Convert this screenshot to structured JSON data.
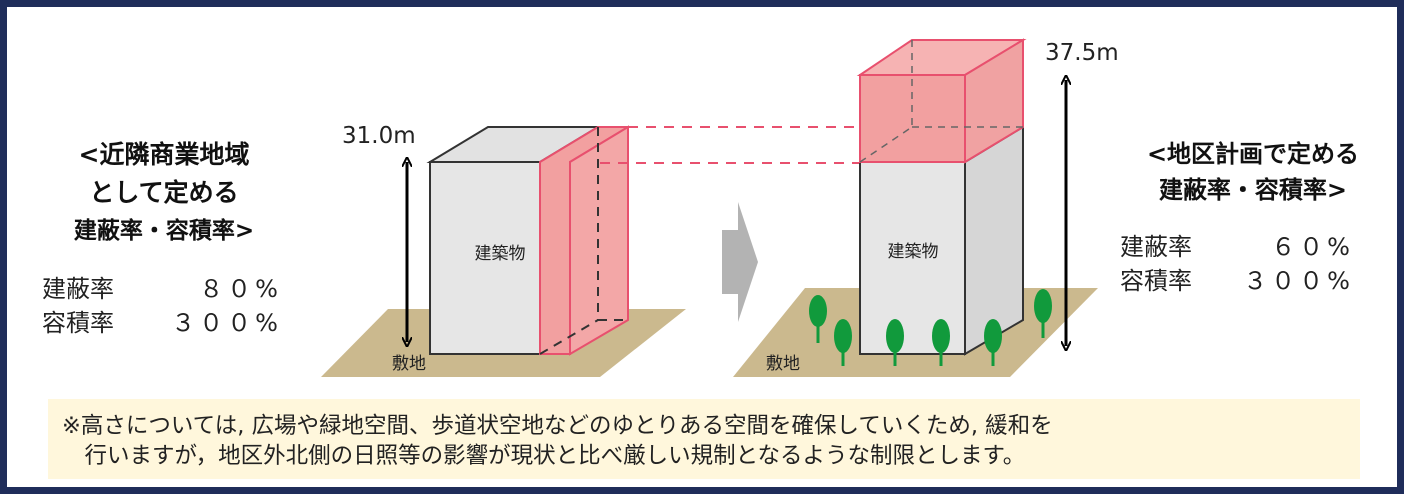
{
  "left": {
    "title_lines": [
      "<近隣商業地域",
      "として定める",
      "建蔽率・容積率>"
    ],
    "rates": [
      {
        "label": "建蔽率",
        "value": "８０%"
      },
      {
        "label": "容積率",
        "value": "３００%"
      }
    ],
    "building_label": "建築物",
    "site_label": "敷地",
    "height_label": "31.0m"
  },
  "right": {
    "title_lines": [
      "<地区計画で定める",
      "建蔽率・容積率>"
    ],
    "rates": [
      {
        "label": "建蔽率",
        "value": "６０%"
      },
      {
        "label": "容積率",
        "value": "３００%"
      }
    ],
    "building_label": "建築物",
    "site_label": "敷地",
    "height_label": "37.5m"
  },
  "note_lines": [
    "※高さについては, 広場や緑地空間、歩道状空地などのゆとりある空間を確保していくため, 緩和を",
    "　行いますが，地区外北側の日照等の影響が現状と比べ厳しい規制となるような制限とします。"
  ],
  "colors": {
    "border": "#1f2d5a",
    "building_front": "#e6e6e6",
    "building_side": "#d6d6d6",
    "relaxed_volume": "#f2a0a0",
    "relaxed_outline": "#e8506e",
    "ground": "#cbb98e",
    "tree": "#119a3c",
    "arrow": "#b3b3b3",
    "note_bg": "#fff7dc"
  }
}
